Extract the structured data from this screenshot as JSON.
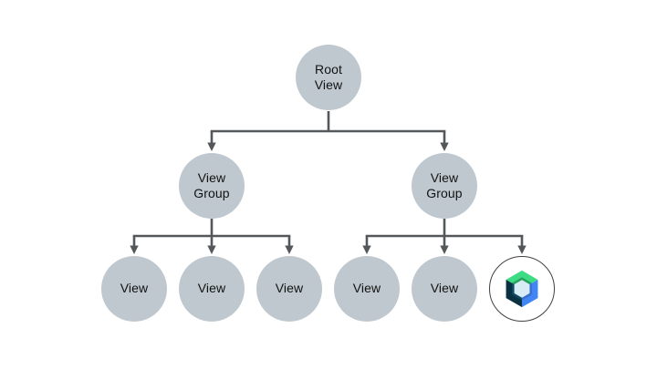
{
  "canvas": {
    "background": "#ffffff"
  },
  "palette": {
    "node_fill": "#BFC8CE",
    "node_text": "#121212",
    "connector": "#54585B",
    "logo_circle_border": "#3E4245",
    "logo_green": "#3DDC84",
    "logo_green_dark": "#28A35E",
    "logo_blue": "#4285F4",
    "logo_blue_dark": "#3870D0",
    "logo_navy": "#0A3142",
    "logo_navy_mid": "#0D4A63",
    "logo_center": "#D8ECF7"
  },
  "diagram": {
    "root": {
      "label": "Root\nView"
    },
    "view_groups": [
      {
        "label": "View\nGroup"
      },
      {
        "label": "View\nGroup"
      }
    ],
    "views": [
      {
        "label": "View"
      },
      {
        "label": "View"
      },
      {
        "label": "View"
      },
      {
        "label": "View"
      },
      {
        "label": "View"
      }
    ],
    "compose_node": {
      "icon_name": "jetpack-compose-icon"
    }
  }
}
